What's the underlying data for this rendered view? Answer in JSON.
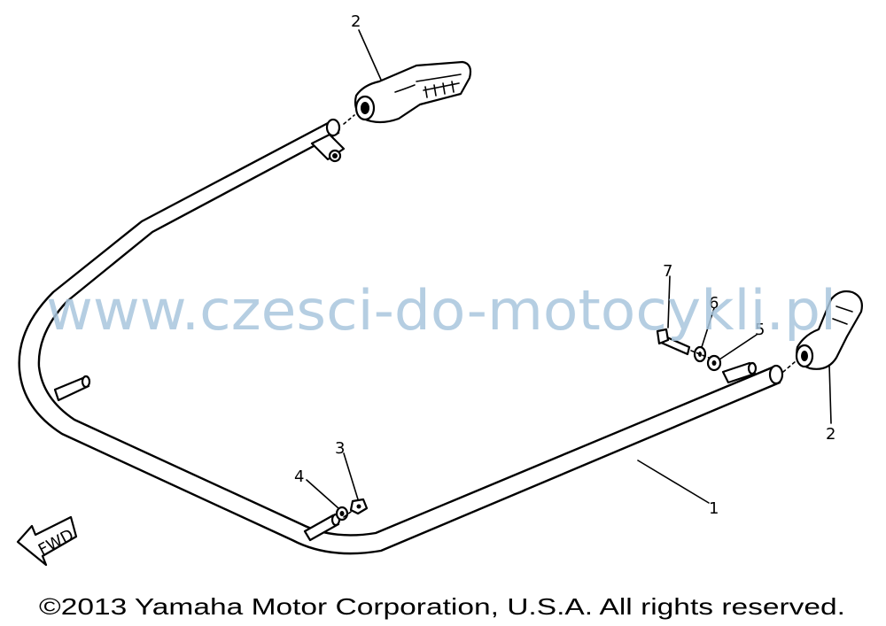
{
  "callouts": {
    "c1": "1",
    "c2_top": "2",
    "c2_right": "2",
    "c3": "3",
    "c4": "4",
    "c5": "5",
    "c6": "6",
    "c7": "7"
  },
  "fwd_label": "FWD",
  "watermark": "www.czesci-do-motocykli.pl",
  "copyright": "©2013 Yamaha Motor Corporation, U.S.A. All rights reserved."
}
